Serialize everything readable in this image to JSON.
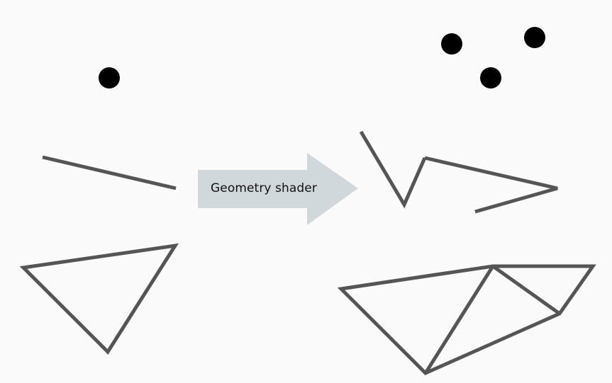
{
  "canvas": {
    "background": "#fafafa"
  },
  "colors": {
    "stroke": "#555555",
    "dot": "#000000",
    "arrow": "#d1d8dc",
    "text": "#111111"
  },
  "arrow": {
    "label": "Geometry shader",
    "icon": "right-arrow-icon"
  },
  "shapes": {
    "input": {
      "point": "point",
      "line": "line",
      "triangle": "triangle"
    },
    "output": {
      "points": [
        "point",
        "point",
        "point"
      ],
      "line_strip_1": "line-strip",
      "line_strip_2": "line-strip",
      "triangle_strip": "triangle-strip"
    }
  }
}
